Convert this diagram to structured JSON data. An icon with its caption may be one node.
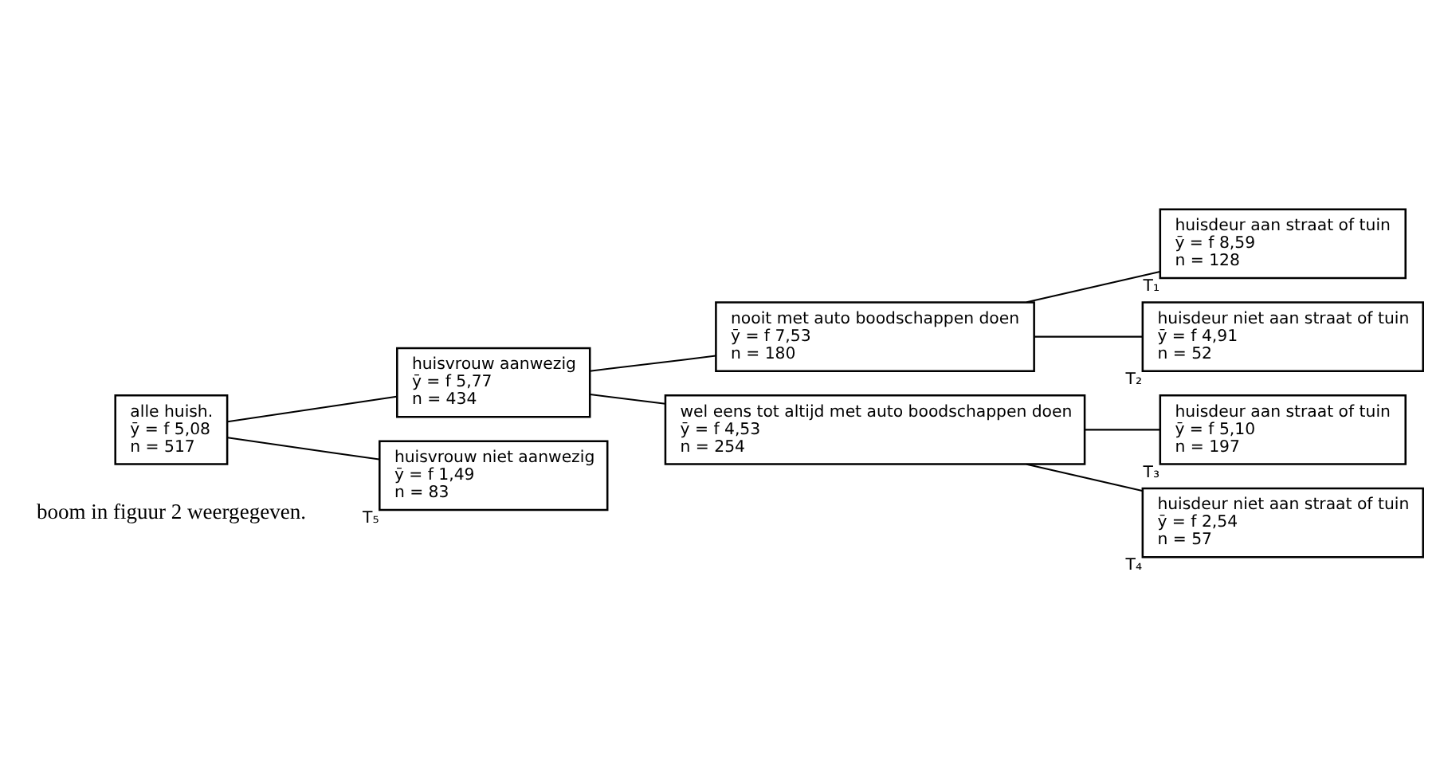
{
  "diagram": {
    "nodes": [
      {
        "text": [
          "alle huish.",
          "ȳ = f 5,08",
          "n = 517"
        ]
      },
      {
        "text": [
          "huisvrouw aanwezig",
          "ȳ = f 5,77",
          "n = 434"
        ]
      },
      {
        "text": [
          "huisvrouw niet aanwezig",
          "ȳ = f 1,49",
          "n = 83"
        ],
        "beside": [
          "T₅"
        ]
      },
      {
        "text": [
          "nooit met auto boodschappen doen",
          "ȳ = f 7,53",
          "n = 180"
        ]
      },
      {
        "text": [
          "wel eens tot altijd met auto boodschappen doen",
          "ȳ = f 4,53",
          "n = 254"
        ]
      },
      {
        "text": [
          "huisdeur aan straat of tuin",
          "ȳ = f 8,59",
          "n = 128"
        ],
        "beside": [
          "T₁"
        ]
      },
      {
        "text": [
          "huisdeur niet aan straat of tuin",
          "ȳ = f 4,91",
          "n = 52"
        ],
        "beside": [
          "T₂"
        ]
      },
      {
        "text": [
          "huisdeur aan straat of tuin",
          "ȳ = f 5,10",
          "n = 197"
        ],
        "beside": [
          "T₃"
        ]
      },
      {
        "text": [
          "huisdeur niet aan straat of tuin",
          "ȳ = f 2,54",
          "n = 57"
        ],
        "beside": [
          "T₄"
        ]
      }
    ],
    "edges": [
      {
        "from": 0,
        "to": 1,
        "arrow": "none"
      },
      {
        "from": 0,
        "to": 2,
        "arrow": "none"
      },
      {
        "from": 1,
        "to": 3,
        "arrow": "none"
      },
      {
        "from": 1,
        "to": 4,
        "arrow": "none"
      },
      {
        "from": 3,
        "to": 5,
        "arrow": "none"
      },
      {
        "from": 3,
        "to": 6,
        "arrow": "none"
      },
      {
        "from": 4,
        "to": 7,
        "arrow": "none"
      },
      {
        "from": 4,
        "to": 8,
        "arrow": "none"
      }
    ],
    "labels": [
      "boom in figuur 2 weergegeven."
    ]
  }
}
